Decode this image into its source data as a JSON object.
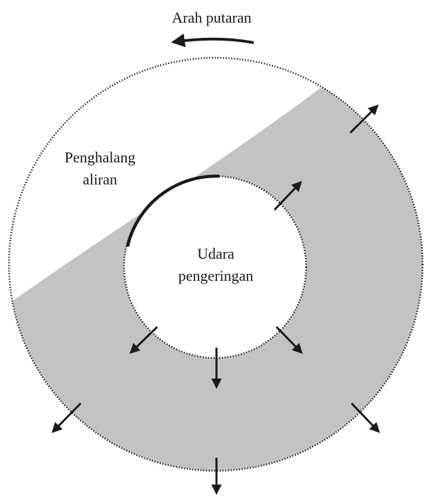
{
  "diagram": {
    "rotation_label": "Arah putaran",
    "barrier_label_line1": "Penghalang",
    "barrier_label_line2": "aliran",
    "air_label_line1": "Udara",
    "air_label_line2": "pengeringan",
    "colors": {
      "shaded_region": "#c3c3c3",
      "outline": "#1a1a1a",
      "background": "#ffffff"
    }
  }
}
